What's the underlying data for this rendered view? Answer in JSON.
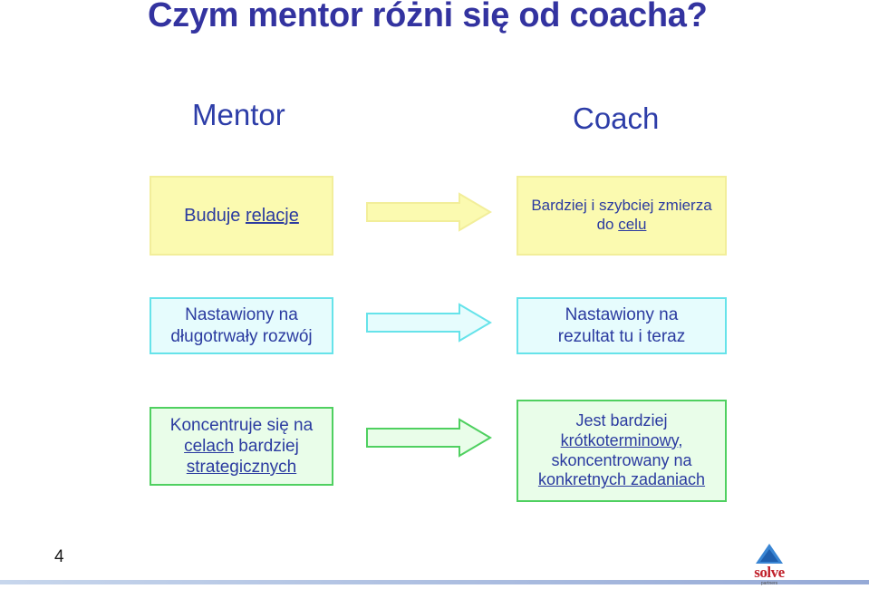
{
  "title": "Czym mentor  różni się od coacha?",
  "headers": {
    "mentor": "Mentor",
    "coach": "Coach"
  },
  "rows": [
    {
      "mentor": {
        "t1": "Buduje ",
        "t2": "relacje"
      },
      "coach": {
        "line1": "Bardziej i szybciej zmierza",
        "t1": "do ",
        "t2": "celu"
      }
    },
    {
      "mentor": {
        "line1": "Nastawiony na",
        "line2": "długotrwały rozwój"
      },
      "coach": {
        "line1": "Nastawiony na",
        "line2": "rezultat tu i teraz"
      }
    },
    {
      "mentor": {
        "line1": "Koncentruje się na",
        "t1": "celach",
        "t2": " bardziej",
        "line3": "strategicznych"
      },
      "coach": {
        "line1": "Jest  bardziej",
        "line2a": "krótkoterminowy",
        "line2b": ",",
        "line3": "skoncentrowany na",
        "line4": "konkretnych zadaniach"
      }
    }
  ],
  "page_number": "4",
  "logo": {
    "text": "solve",
    "sub": "partners"
  },
  "colors": {
    "title": "#3333a0",
    "yellow_fill": "#fbfab0",
    "cyan_fill": "#e6fcfd",
    "green_fill": "#e9fde9",
    "arrow_yellow": "#fbfab0",
    "arrow_cyan": "#e6fcfd",
    "arrow_green": "#e9fde9"
  }
}
